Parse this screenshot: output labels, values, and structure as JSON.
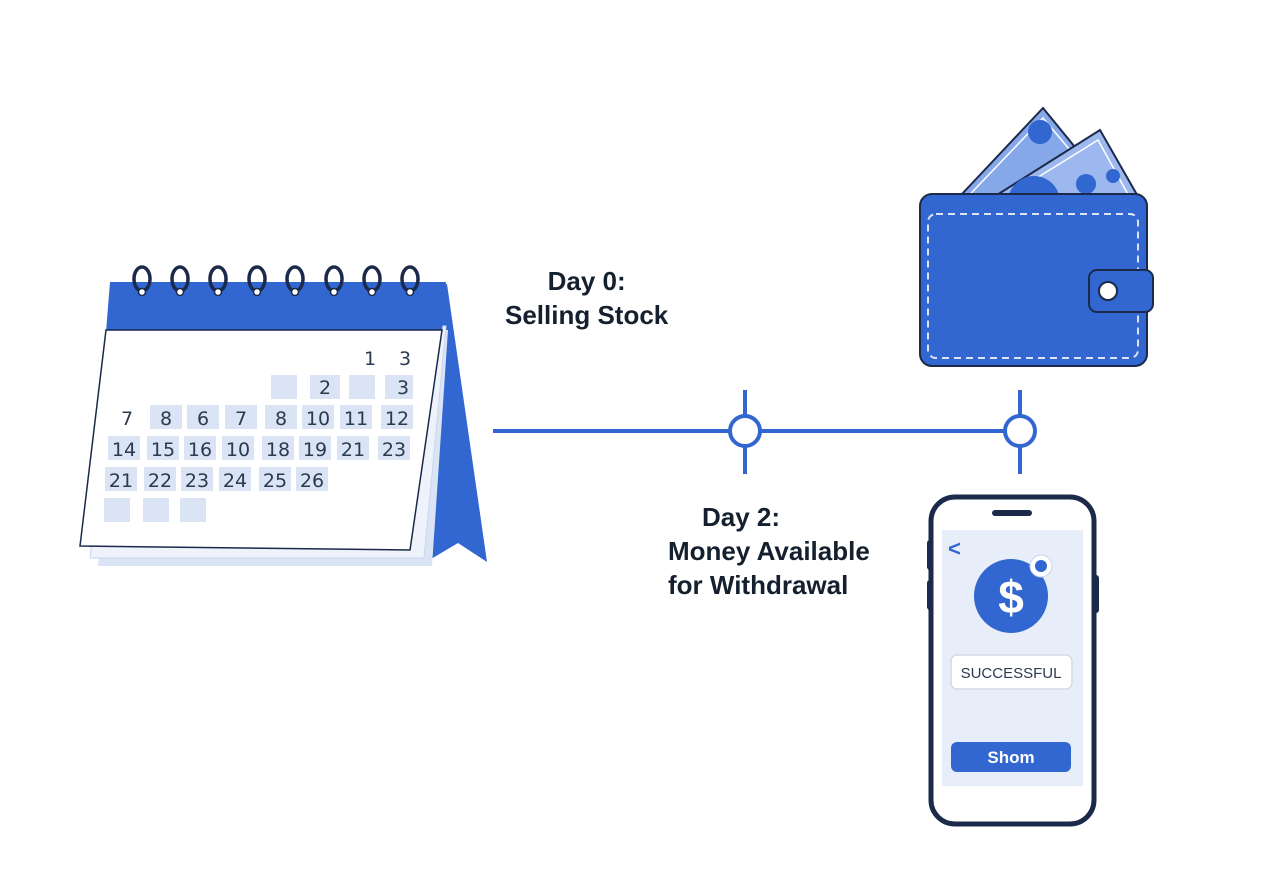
{
  "calendar": {
    "top_row": [
      "1",
      "3"
    ],
    "rows": [
      [
        "",
        "",
        "",
        "",
        "2",
        "",
        "3"
      ],
      [
        "7",
        "8",
        "6",
        "7",
        "8",
        "10",
        "11",
        "12"
      ],
      [
        "14",
        "15",
        "16",
        "10",
        "18",
        "19",
        "21",
        "23"
      ],
      [
        "21",
        "22",
        "23",
        "24",
        "25",
        "26"
      ]
    ]
  },
  "timeline": {
    "day0_title": "Day 0:",
    "day0_subtitle": "Selling Stock",
    "day2_title": "Day 2:",
    "day2_line1": "Money Available",
    "day2_line2": "for Withdrawal"
  },
  "phone": {
    "back_glyph": "<",
    "currency_glyph": "$",
    "status_badge": "SUCCESSFUL",
    "action_button": "Shom"
  },
  "colors": {
    "brand_blue": "#3266d1",
    "dark_navy": "#1b2a4a",
    "light_blue": "#dbe4f5",
    "bill_blue": "#86a8e8"
  }
}
